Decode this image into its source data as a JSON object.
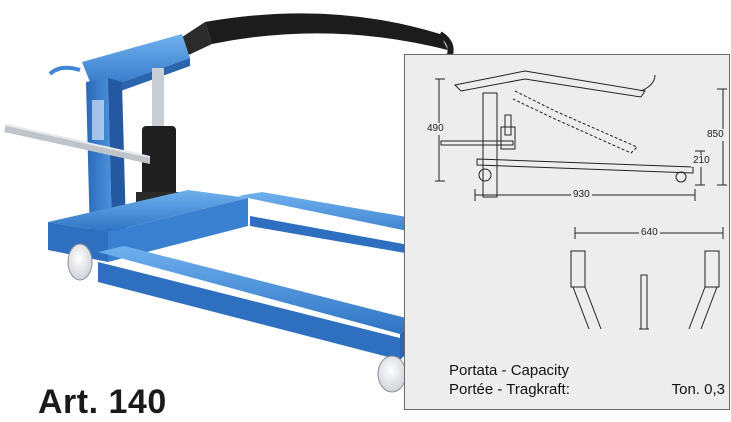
{
  "product": {
    "article": "Art. 140"
  },
  "drawing": {
    "dimensions": {
      "height_lowered": "490",
      "height_raised": "850",
      "base_height": "210",
      "length": "930",
      "width": "640"
    }
  },
  "capacity": {
    "line1": "Portata - Capacity",
    "line2_label": "Portée - Tragkraft:",
    "line2_value": "Ton. 0,3"
  },
  "colors": {
    "frame_blue": "#3f86d6",
    "arm_black": "#1c1c1c",
    "panel_gray": "#ededed"
  }
}
